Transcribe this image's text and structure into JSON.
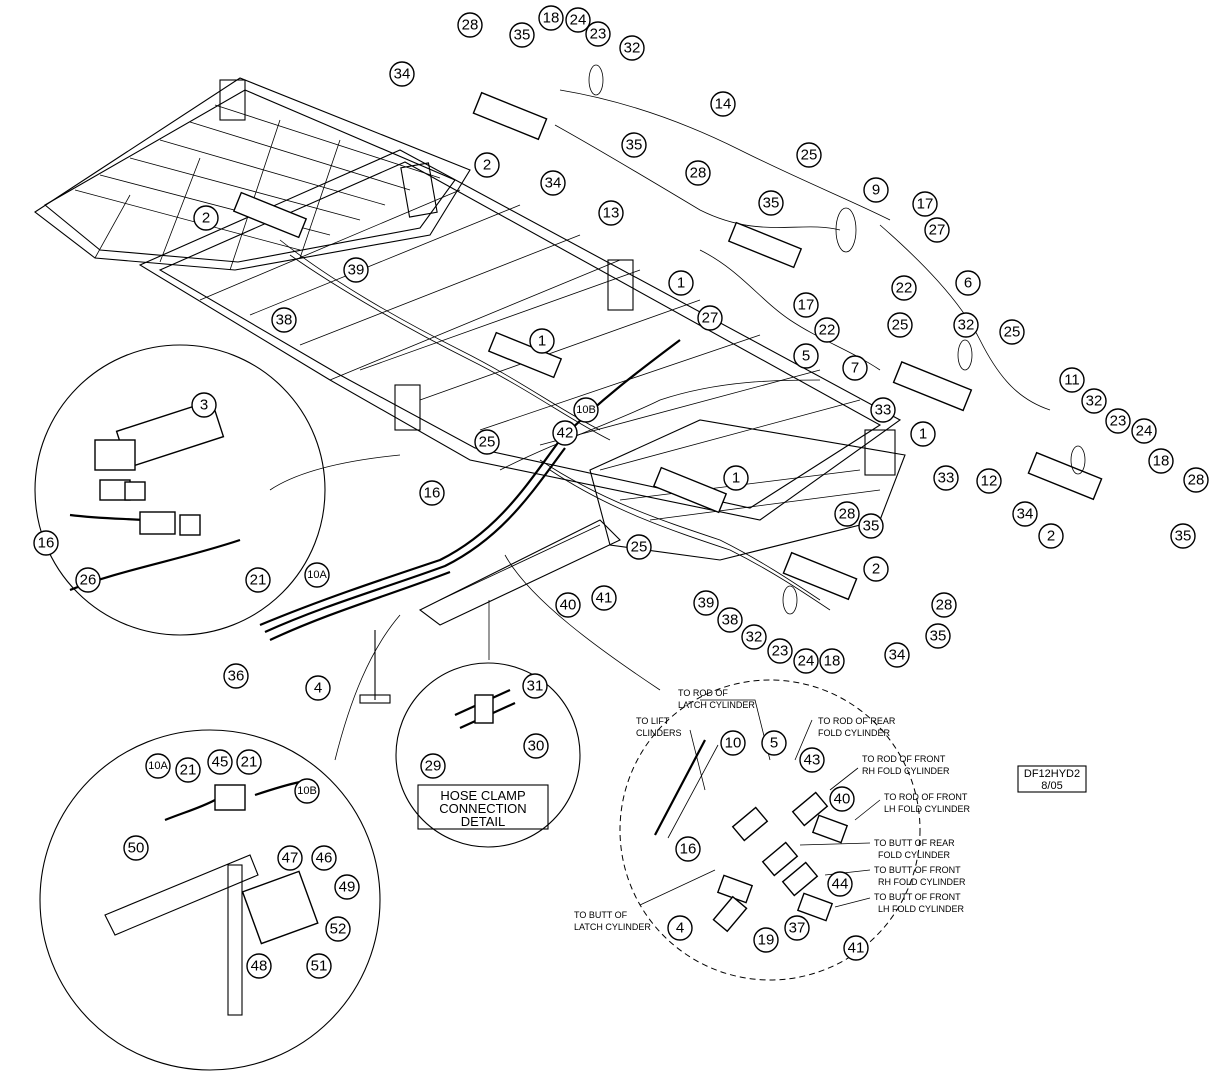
{
  "drawing_id": "DF12HYD2",
  "drawing_date": "8/05",
  "detail_box": {
    "line1": "HOSE CLAMP",
    "line2": "CONNECTION",
    "line3": "DETAIL"
  },
  "notes": {
    "rod_latch_1": "TO ROD OF",
    "rod_latch_2": "LATCH CYLINDER",
    "lift_1": "TO LIFT",
    "lift_2": "CLINDERS",
    "rod_rear_1": "TO ROD OF REAR",
    "rod_rear_2": "FOLD CYLINDER",
    "rod_front_rh_1": "TO ROD OF FRONT",
    "rod_front_rh_2": "RH FOLD CYLINDER",
    "rod_front_lh_1": "TO ROD OF FRONT",
    "rod_front_lh_2": "LH FOLD CYLINDER",
    "butt_rear_1": "TO BUTT OF REAR",
    "butt_rear_2": "FOLD CYLINDER",
    "butt_front_rh_1": "TO BUTT OF FRONT",
    "butt_front_rh_2": "RH FOLD CYLINDER",
    "butt_front_lh_1": "TO BUTT OF FRONT",
    "butt_front_lh_2": "LH FOLD CYLINDER",
    "butt_latch_1": "TO BUTT OF",
    "butt_latch_2": "LATCH CYLINDER"
  },
  "callouts": [
    "28",
    "35",
    "18",
    "24",
    "23",
    "32",
    "34",
    "14",
    "2",
    "35",
    "34",
    "13",
    "28",
    "35",
    "25",
    "9",
    "17",
    "27",
    "6",
    "2",
    "1",
    "39",
    "38",
    "22",
    "27",
    "17",
    "22",
    "5",
    "25",
    "32",
    "25",
    "7",
    "11",
    "1",
    "1",
    "33",
    "1",
    "33",
    "12",
    "32",
    "23",
    "24",
    "18",
    "34",
    "2",
    "28",
    "35",
    "3",
    "16",
    "26",
    "10B",
    "42",
    "25",
    "16",
    "25",
    "21",
    "10A",
    "36",
    "4",
    "40",
    "41",
    "39",
    "38",
    "32",
    "28",
    "35",
    "2",
    "28",
    "35",
    "23",
    "24",
    "18",
    "34",
    "31",
    "29",
    "30",
    "10",
    "5",
    "43",
    "40",
    "16",
    "44",
    "4",
    "19",
    "37",
    "41",
    "21",
    "45",
    "21",
    "10A",
    "10B",
    "47",
    "46",
    "50",
    "49",
    "52",
    "48",
    "51"
  ]
}
